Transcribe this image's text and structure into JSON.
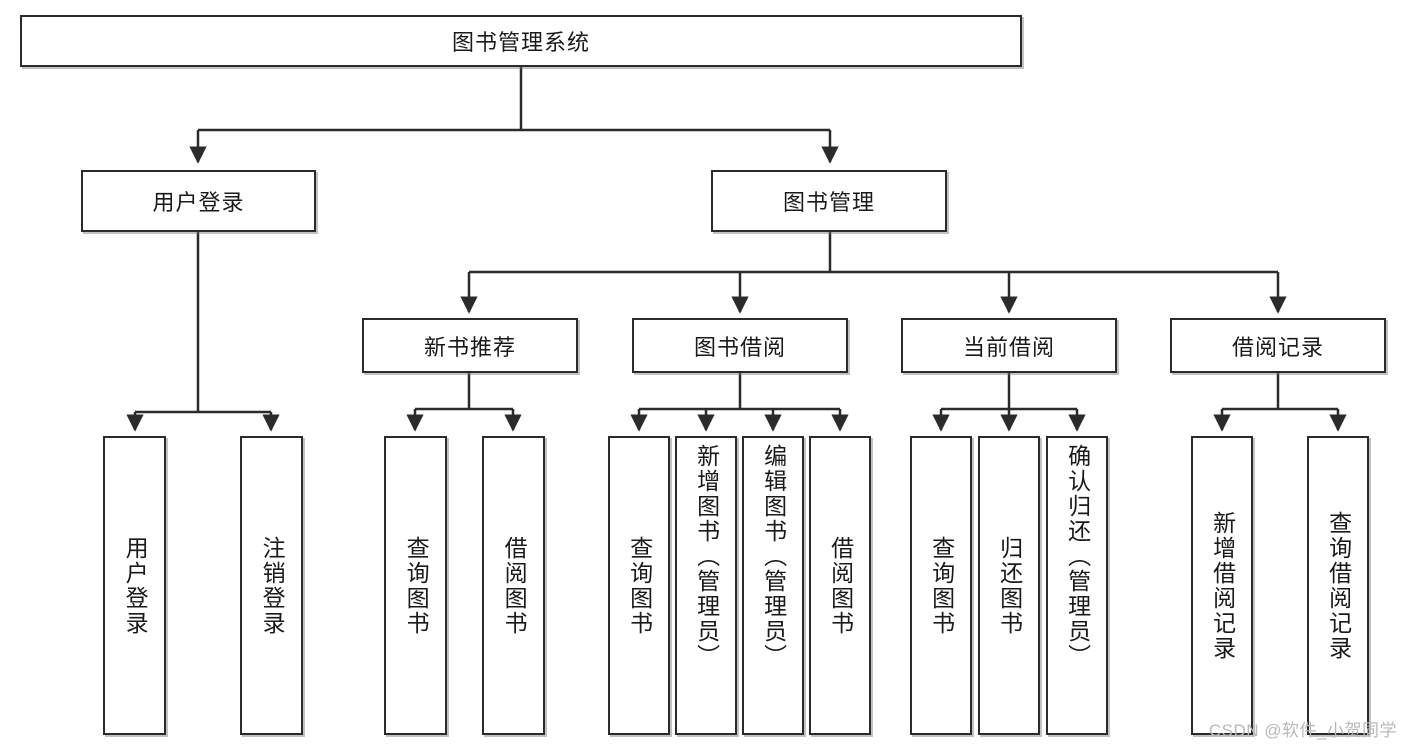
{
  "diagram": {
    "type": "tree",
    "title": "图书管理系统",
    "root": {
      "id": "root",
      "label": "图书管理系统"
    },
    "level2": [
      {
        "id": "user-login",
        "label": "用户登录"
      },
      {
        "id": "book-manage",
        "label": "图书管理"
      }
    ],
    "level3": [
      {
        "id": "new-book-rec",
        "label": "新书推荐",
        "parent": "book-manage"
      },
      {
        "id": "book-borrow",
        "label": "图书借阅",
        "parent": "book-manage"
      },
      {
        "id": "current-borrow",
        "label": "当前借阅",
        "parent": "book-manage"
      },
      {
        "id": "borrow-record",
        "label": "借阅记录",
        "parent": "book-manage"
      }
    ],
    "leaves": {
      "user_login": [
        {
          "id": "leaf-user-login",
          "label": "用户登录"
        },
        {
          "id": "leaf-user-logout",
          "label": "注销登录"
        }
      ],
      "new_book_rec": [
        {
          "id": "leaf-query-book-1",
          "label": "查询图书"
        },
        {
          "id": "leaf-borrow-book-1",
          "label": "借阅图书"
        }
      ],
      "book_borrow": [
        {
          "id": "leaf-query-book-2",
          "label": "查询图书"
        },
        {
          "id": "leaf-add-book",
          "label": "新增图书（管理员）"
        },
        {
          "id": "leaf-edit-book",
          "label": "编辑图书（管理员）"
        },
        {
          "id": "leaf-borrow-book-2",
          "label": "借阅图书"
        }
      ],
      "current_borrow": [
        {
          "id": "leaf-query-book-3",
          "label": "查询图书"
        },
        {
          "id": "leaf-return-book",
          "label": "归还图书"
        },
        {
          "id": "leaf-confirm-return",
          "label": "确认归还（管理员）"
        }
      ],
      "borrow_record": [
        {
          "id": "leaf-add-record",
          "label": "新增借阅记录"
        },
        {
          "id": "leaf-query-record",
          "label": "查询借阅记录"
        }
      ]
    }
  },
  "watermark": {
    "text": "CSDN @软件_小贺同学"
  },
  "colors": {
    "stroke": "#2b2b2b",
    "box_fill": "#ffffff",
    "text": "#1a1a1a",
    "watermark": "#b9b9b9",
    "shadow": "rgba(120,120,120,0.45)"
  }
}
